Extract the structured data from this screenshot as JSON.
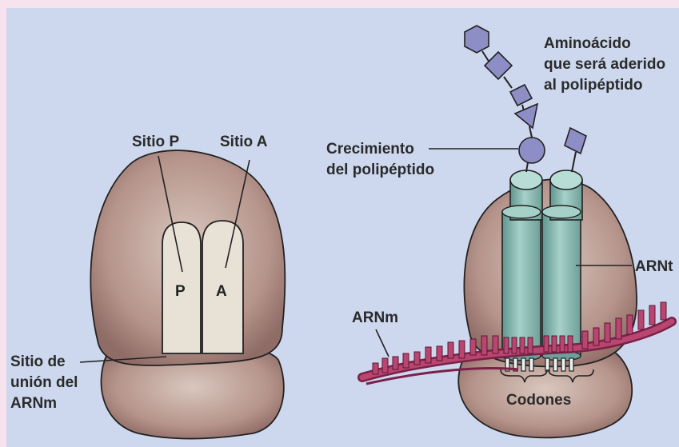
{
  "left_ribosome": {
    "site_p_label": "Sitio P",
    "site_a_label": "Sitio A",
    "p_letter": "P",
    "a_letter": "A",
    "mrna_site_label": [
      "Sitio de",
      "unión del",
      "ARNm"
    ]
  },
  "right_ribosome": {
    "amino_label": [
      "Aminoácido",
      "que será aderido",
      "al polipéptido"
    ],
    "growth_label": [
      "Crecimiento",
      "del polipéptido"
    ],
    "trna_label": "ARNt",
    "mrna_label": "ARNm",
    "codons_label": "Codones"
  },
  "colors": {
    "background": "#cdd8ee",
    "frame": "#f7e3ee",
    "ribosome": "#b38c84",
    "trna": "#7fb1a8",
    "mrna": "#a53a66",
    "polypeptide": "#8e8ec6"
  }
}
